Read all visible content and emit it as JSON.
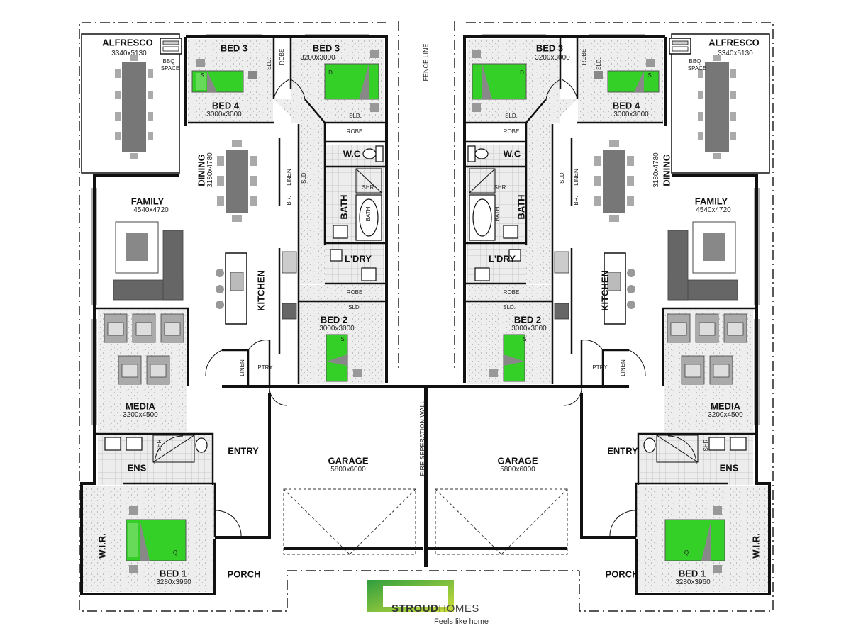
{
  "left_unit": {
    "alfresco": {
      "name": "ALFRESCO",
      "size": "3340x5130"
    },
    "bbq": {
      "line1": "BBQ",
      "line2": "SPACE"
    },
    "bed3": {
      "name": "BED 3",
      "size": "3200x3000"
    },
    "bed4": {
      "name": "BED 4",
      "size": "3000x3000"
    },
    "dining": {
      "name": "DINING",
      "size": "3180x4780"
    },
    "family": {
      "name": "FAMILY",
      "size": "4540x4720"
    },
    "kitchen": {
      "name": "KITCHEN"
    },
    "bed2": {
      "name": "BED 2",
      "size": "3000x3000"
    },
    "media": {
      "name": "MEDIA",
      "size": "3200x4500"
    },
    "ens": {
      "name": "ENS"
    },
    "wir": {
      "name": "W.I.R."
    },
    "bed1": {
      "name": "BED 1",
      "size": "3280x3960"
    },
    "entry": {
      "name": "ENTRY"
    },
    "porch": {
      "name": "PORCH"
    },
    "garage": {
      "name": "GARAGE",
      "size": "5800x6000"
    },
    "wc": {
      "name": "W.C"
    },
    "bath": {
      "name": "BATH"
    },
    "bath_tub": {
      "name": "BATH"
    },
    "laundry": {
      "name": "L'DRY"
    },
    "ptry": {
      "name": "PTRY"
    },
    "linen": {
      "name": "LINEN"
    },
    "linen2": {
      "name": "LINEN"
    },
    "robe_top": {
      "name": "ROBE"
    },
    "robe_bed3": {
      "name": "ROBE"
    },
    "robe_bed2": {
      "name": "ROBE"
    },
    "br": {
      "name": "BR."
    },
    "shr": {
      "name": "SHR"
    },
    "shr_ens": {
      "name": "SHR"
    },
    "sld_bed4": {
      "name": "SLD."
    },
    "sld_bed3": {
      "name": "SLD."
    },
    "sld_hall": {
      "name": "SLD."
    },
    "sld_bed2": {
      "name": "SLD."
    },
    "d_mark": {
      "name": "D"
    },
    "q_mark": {
      "name": "Q"
    },
    "s_mark4": {
      "name": "S"
    },
    "s_mark2": {
      "name": "S"
    }
  },
  "right_unit": {
    "alfresco": {
      "name": "ALFRESCO",
      "size": "3340x5130"
    },
    "bbq": {
      "line1": "BBQ",
      "line2": "SPACE"
    },
    "bed3": {
      "name": "BED 3",
      "size": "3200x3000"
    },
    "bed4": {
      "name": "BED 4",
      "size": "3000x3000"
    },
    "dining": {
      "name": "DINING",
      "size": "3180x4780"
    },
    "family": {
      "name": "FAMILY",
      "size": "4540x4720"
    },
    "kitchen": {
      "name": "KITCHEN"
    },
    "bed2": {
      "name": "BED 2",
      "size": "3000x3000"
    },
    "media": {
      "name": "MEDIA",
      "size": "3200x4500"
    },
    "ens": {
      "name": "ENS"
    },
    "wir": {
      "name": "W.I.R."
    },
    "bed1": {
      "name": "BED 1",
      "size": "3280x3960"
    },
    "entry": {
      "name": "ENTRY"
    },
    "porch": {
      "name": "PORCH"
    },
    "garage": {
      "name": "GARAGE",
      "size": "5800x6000"
    },
    "wc": {
      "name": "W.C"
    },
    "bath": {
      "name": "BATH"
    },
    "bath_tub": {
      "name": "BATH"
    },
    "laundry": {
      "name": "L'DRY"
    },
    "ptry": {
      "name": "PTRY"
    },
    "linen": {
      "name": "LINEN"
    },
    "linen2": {
      "name": "LINEN"
    },
    "robe_top": {
      "name": "ROBE"
    },
    "robe_bed3": {
      "name": "ROBE"
    },
    "robe_bed2": {
      "name": "ROBE"
    },
    "br": {
      "name": "BR."
    },
    "shr": {
      "name": "SHR"
    },
    "shr_ens": {
      "name": "SHR"
    },
    "sld_bed4": {
      "name": "SLD."
    },
    "sld_bed3": {
      "name": "SLD."
    },
    "sld_hall": {
      "name": "SLD."
    },
    "sld_bed2": {
      "name": "SLD."
    },
    "d_mark": {
      "name": "D"
    },
    "q_mark": {
      "name": "Q"
    },
    "s_mark4": {
      "name": "S"
    },
    "s_mark2": {
      "name": "S"
    }
  },
  "shared": {
    "fence_line": "FENCE LINE",
    "fire_wall": "FIRE SEPERATION WALL"
  },
  "brand": {
    "name_bold": "STROUD",
    "name_light": "HOMES",
    "tagline": "Feels like home",
    "logo_gradient_start": "#2e9e3f",
    "logo_gradient_end": "#cfe03c"
  },
  "colors": {
    "bed_green": "#34d027",
    "wall": "#111111",
    "tile_fill": "#e6e6e6",
    "furniture_grey": "#777777"
  },
  "icons": [
    "bbq-icon",
    "bed-icon",
    "dining-table-icon",
    "sofa-icon",
    "armchair-icon",
    "toilet-icon",
    "bathtub-icon",
    "sink-icon",
    "door-swing-icon",
    "garage-door-icon"
  ]
}
